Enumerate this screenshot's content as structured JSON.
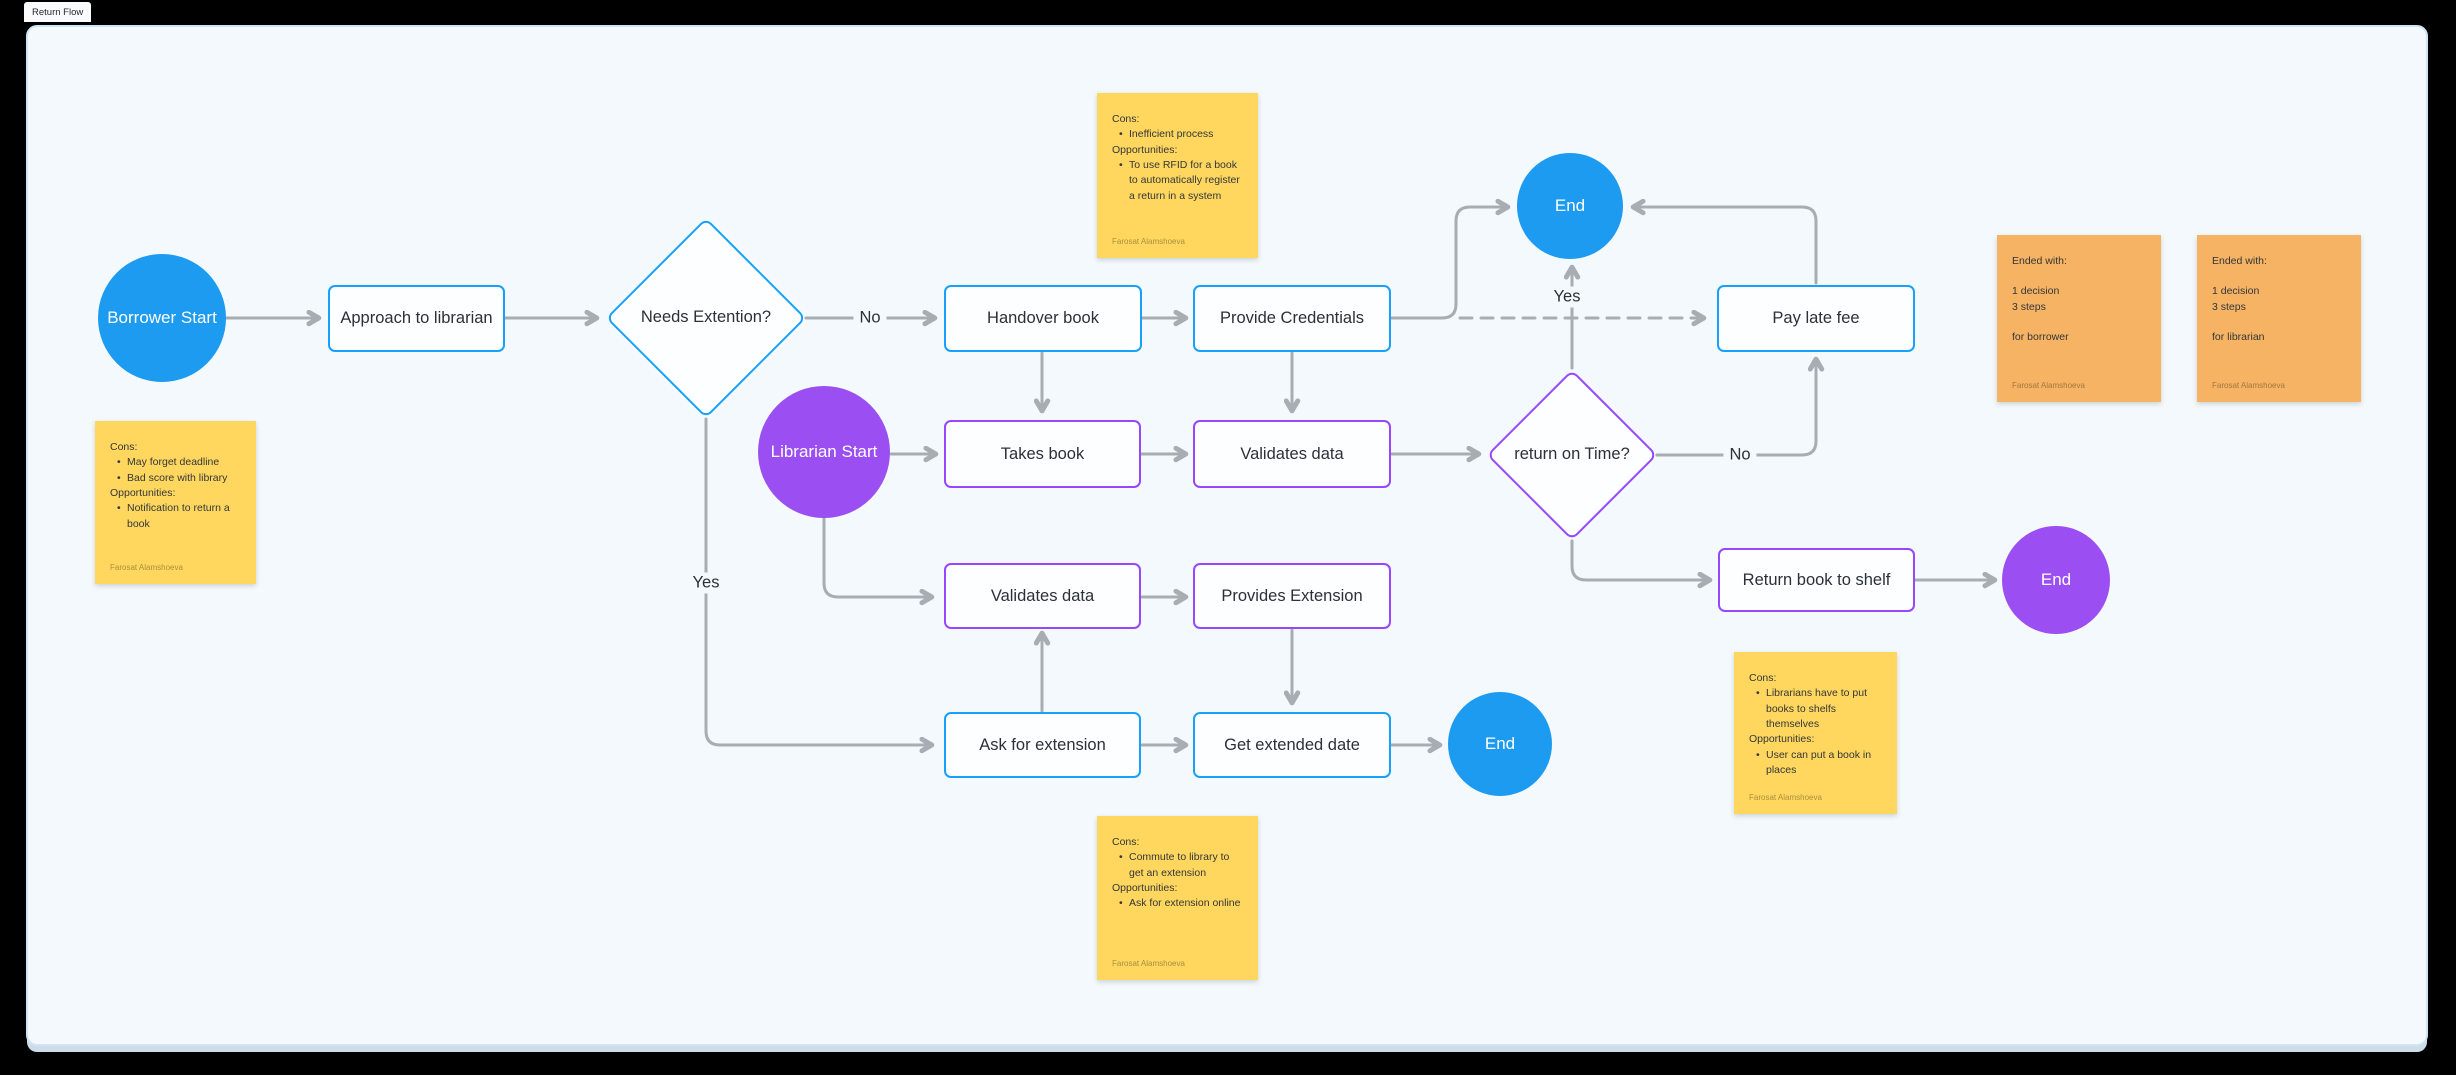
{
  "app": {
    "tab_title": "Return Flow"
  },
  "colors": {
    "blue": "#1d9bf0",
    "purple": "#9b4ef2",
    "blue_border": "#18a0fb",
    "purple_border": "#9747ff",
    "canvas": "#f3f9fd",
    "node_fill": "#fcfeff",
    "ink": "#2b3136",
    "arrow": "#a8adb3",
    "sticky_yellow": "#ffd75e",
    "sticky_orange": "#f5b363"
  },
  "nodes": {
    "borrower_start": "Borrower Start",
    "approach_librarian": "Approach to librarian",
    "needs_extension": "Needs Extention?",
    "handover_book": "Handover book",
    "provide_credentials": "Provide Credentials",
    "end_top": "End",
    "pay_late_fee": "Pay late fee",
    "librarian_start": "Librarian Start",
    "takes_book": "Takes book",
    "validates_data_mid": "Validates data",
    "return_on_time": "return on Time?",
    "validates_data_low": "Validates data",
    "provides_extension": "Provides Extension",
    "ask_for_extension": "Ask for extension",
    "get_extended_date": "Get extended date",
    "end_bottom": "End",
    "return_book_to_shelf": "Return book to shelf",
    "end_right": "End"
  },
  "labels": {
    "no_handover": "No",
    "yes_end": "Yes",
    "no_paylate": "No",
    "yes_extension": "Yes"
  },
  "notes": {
    "deadline": {
      "lines": [
        "Cons:",
        "May forget deadline",
        "Bad score with library",
        "Opportunities:",
        "Notification to return a book"
      ],
      "author": "Farosat Alamshoeva"
    },
    "rfid": {
      "lines": [
        "Cons:",
        "Inefficient process",
        "Opportunities:",
        "To use RFID for a book to automatically register a return in a system"
      ],
      "author": "Farosat Alamshoeva"
    },
    "commute": {
      "lines": [
        "Cons:",
        "Commute to library to get an extension",
        "Opportunities:",
        "Ask for extension online"
      ],
      "author": "Farosat Alamshoeva"
    },
    "shelf": {
      "lines": [
        "Cons:",
        "Librarians have to put books to shelfs themselves",
        "Opportunities:",
        "User can put a book in places"
      ],
      "author": "Farosat Alamshoeva"
    },
    "ended_borrower": {
      "title": "Ended with:",
      "lines": [
        "1 decision",
        "3 steps"
      ],
      "subject": "for borrower",
      "author": "Farosat Alamshoeva"
    },
    "ended_librarian": {
      "title": "Ended with:",
      "lines": [
        "1 decision",
        "3 steps"
      ],
      "subject": "for librarian",
      "author": "Farosat Alamshoeva"
    }
  }
}
